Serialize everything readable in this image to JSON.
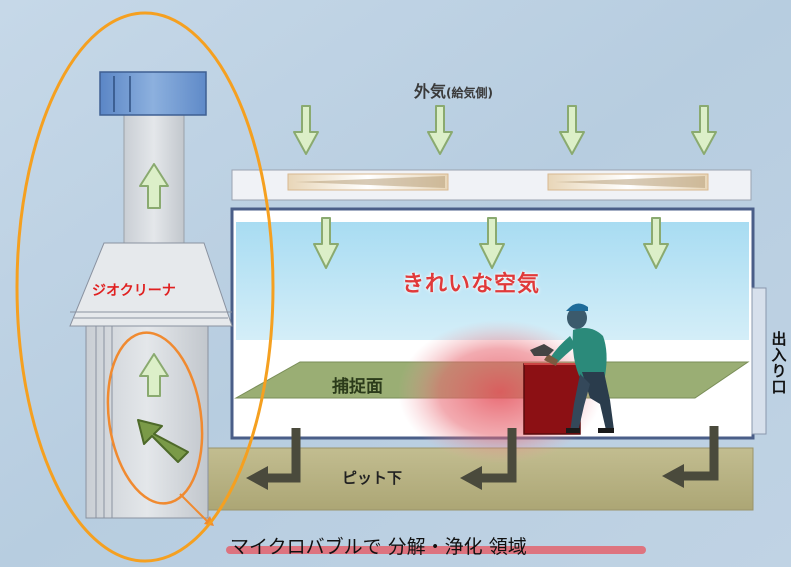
{
  "labels": {
    "outside_air": "外気",
    "outside_air_sub": "(給気側)",
    "clean_air": "きれいな空気",
    "cleaner": "ジオクリーナ",
    "capture_surface": "捕捉面",
    "pit_under": "ピット下",
    "microbubble": "マイクロバブルで 分解・浄化 領域",
    "entrance": "出入り口"
  },
  "colors": {
    "background": "#bcd2e4",
    "highlight_ring": "#f5a020",
    "clean_air_text": "#e03a3a",
    "pit": "#b8b283",
    "capture_surface": "#9aae74",
    "arrow_fill": "#dcefc8",
    "arrow_stroke": "#8aaa70",
    "pit_arrow": "#4a4a3c",
    "room_border": "#4a5e88"
  },
  "icons": {
    "worker": "worker-pushing-box-icon",
    "arrows": "flow-arrow-icon"
  }
}
